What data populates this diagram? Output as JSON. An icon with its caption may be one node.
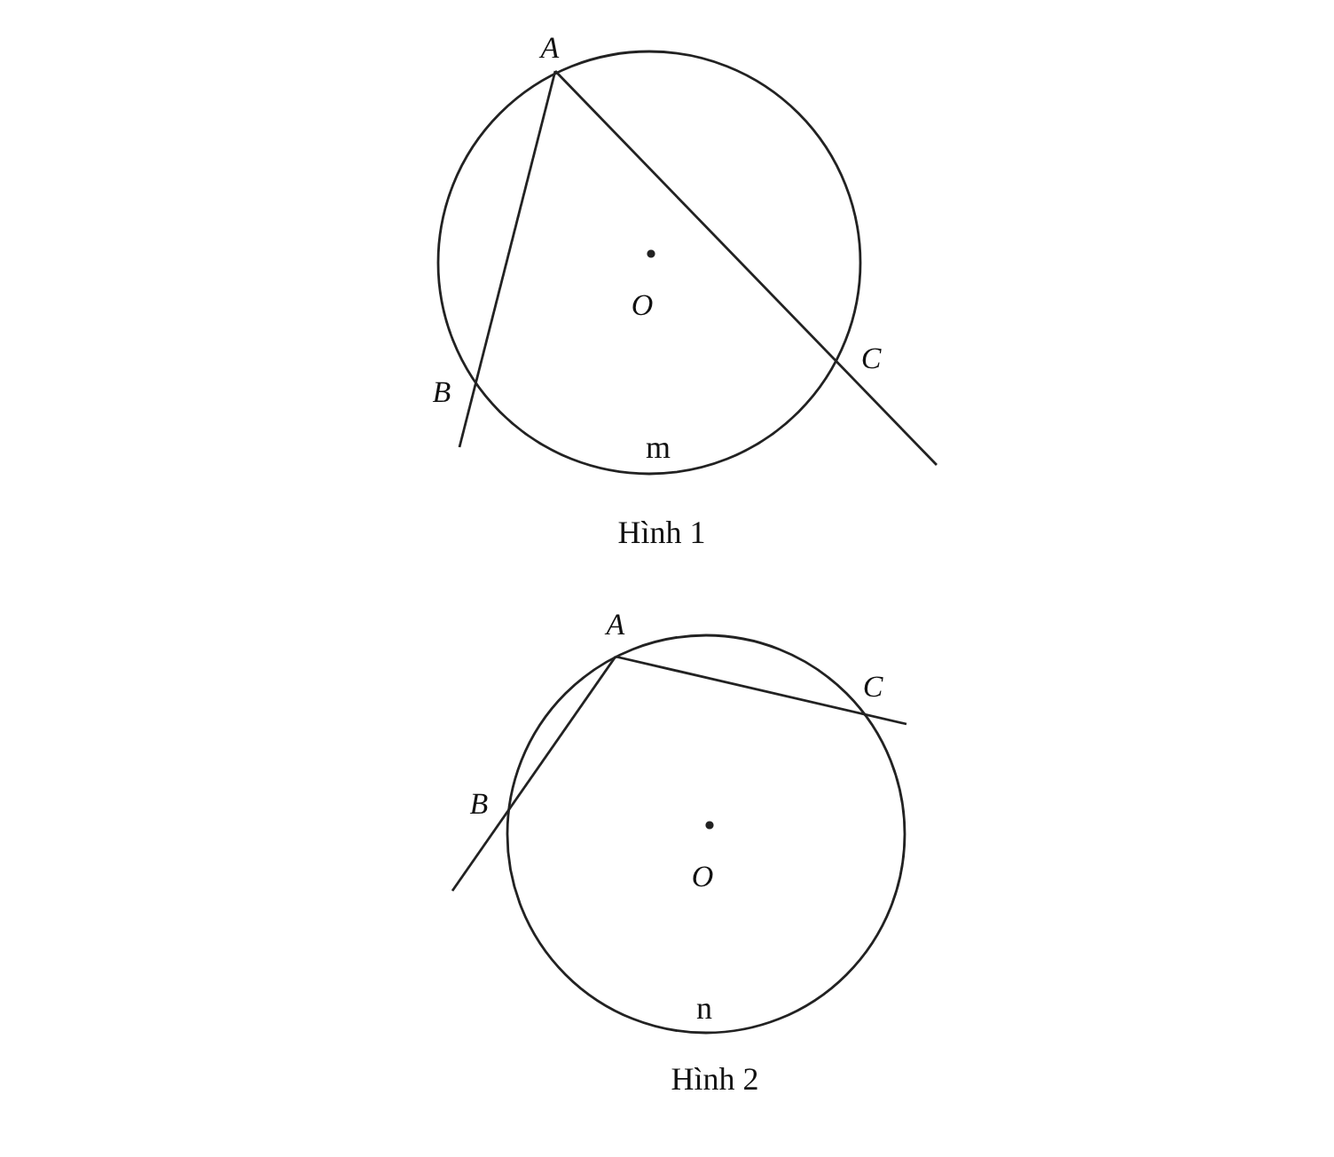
{
  "diagram": {
    "labels": [
      "A",
      "O",
      "B",
      "C",
      "m",
      "Hình 1",
      "A",
      "C",
      "B",
      "O",
      "n",
      "Hình 2"
    ]
  }
}
